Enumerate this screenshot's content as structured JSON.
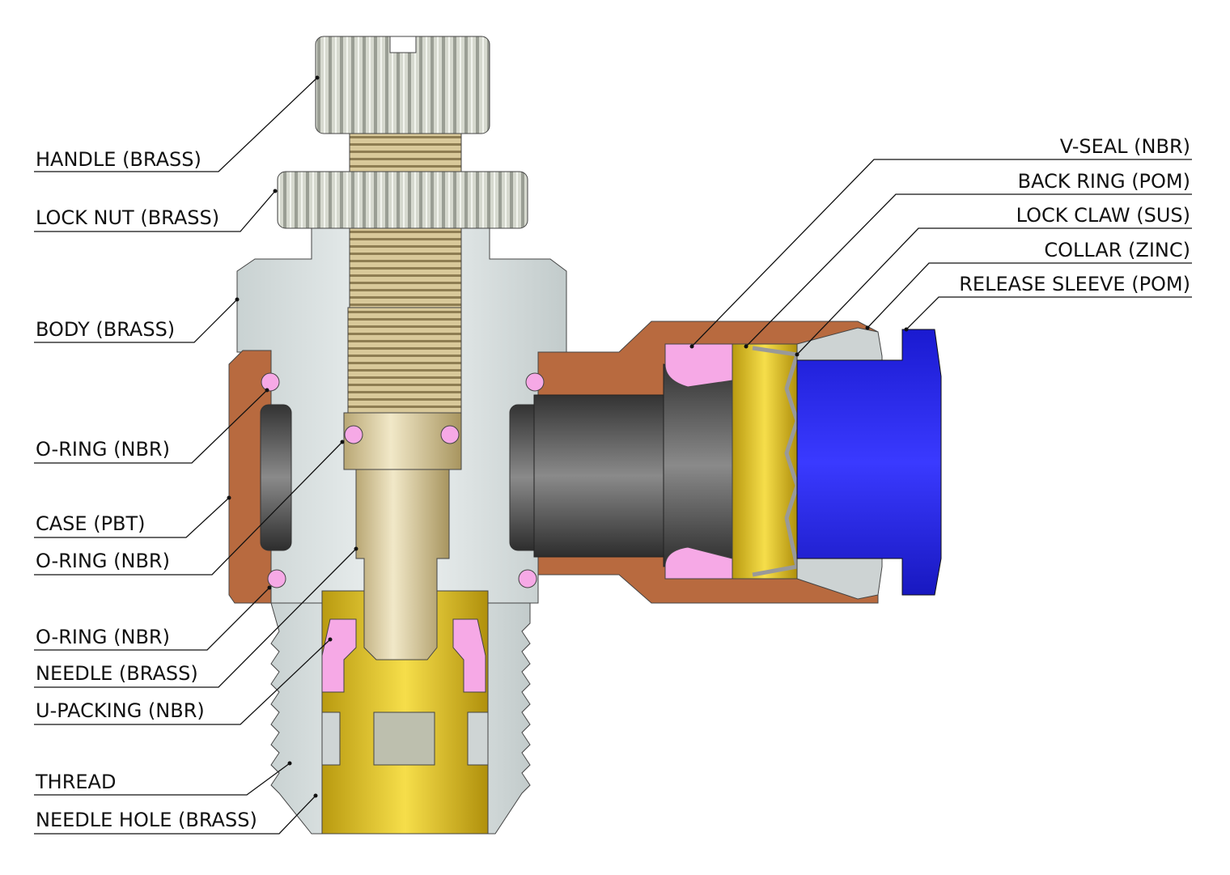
{
  "diagram": {
    "left_labels": [
      {
        "text": "HANDLE (BRASS)"
      },
      {
        "text": "LOCK NUT (BRASS)"
      },
      {
        "text": "BODY (BRASS)"
      },
      {
        "text": "O-RING (NBR)"
      },
      {
        "text": "CASE (PBT)"
      },
      {
        "text": "O-RING (NBR)"
      },
      {
        "text": "O-RING (NBR)"
      },
      {
        "text": "NEEDLE (BRASS)"
      },
      {
        "text": "U-PACKING (NBR)"
      },
      {
        "text": "THREAD"
      },
      {
        "text": "NEEDLE HOLE (BRASS)"
      }
    ],
    "right_labels": [
      {
        "text": "V-SEAL (NBR)"
      },
      {
        "text": "BACK RING (POM)"
      },
      {
        "text": "LOCK CLAW (SUS)"
      },
      {
        "text": "COLLAR (ZINC)"
      },
      {
        "text": "RELEASE SLEEVE (POM)"
      }
    ],
    "colors": {
      "brass": "#d8cfa0",
      "body": "#dfe6e6",
      "case": "#b86a3f",
      "nbr": "#f6a9e6",
      "yellow": "#e6c21c",
      "sleeve": "#2626e8",
      "insert": "#4a4a4a"
    }
  }
}
